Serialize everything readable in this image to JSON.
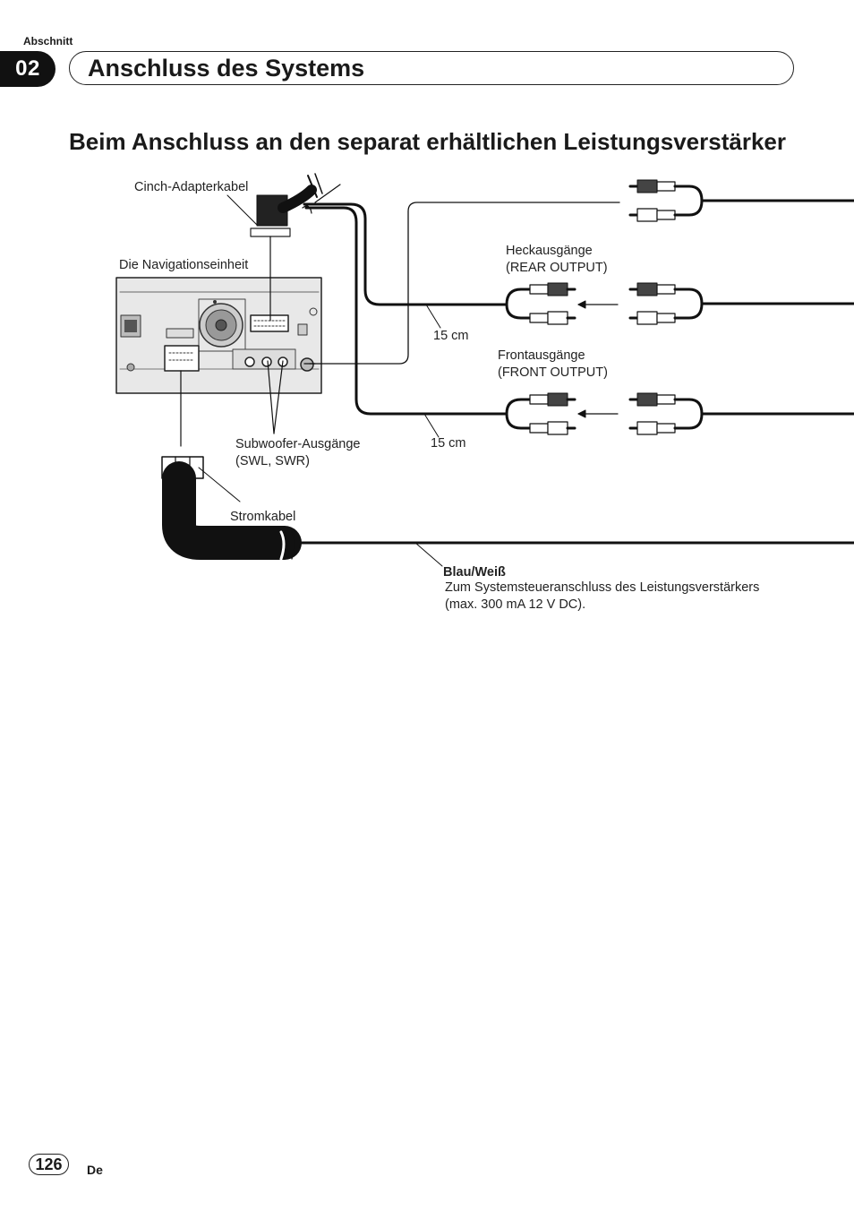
{
  "header": {
    "section_label": "Abschnitt",
    "chapter_number": "02",
    "chapter_title": "Anschluss des Systems"
  },
  "page_heading": "Beim Anschluss an den separat erhältlichen Leistungsverstärker",
  "diagram": {
    "labels": {
      "cinch_adapter": "Cinch-Adapterkabel",
      "nav_unit": "Die Navigationseinheit",
      "rear_output_1": "Heckausgänge",
      "rear_output_2": "(REAR OUTPUT)",
      "front_output_1": "Frontausgänge",
      "front_output_2": "(FRONT OUTPUT)",
      "length_rear": "15 cm",
      "length_front": "15 cm",
      "subwoofer_1": "Subwoofer-Ausgänge",
      "subwoofer_2": "(SWL, SWR)",
      "power_cable": "Stromkabel",
      "wire_color": "Blau/Weiß",
      "wire_desc_1": "Zum Systemsteueranschluss des Leistungsverstärkers",
      "wire_desc_2": "(max. 300 mA 12 V DC)."
    }
  },
  "footer": {
    "page_number": "126",
    "language": "De"
  }
}
